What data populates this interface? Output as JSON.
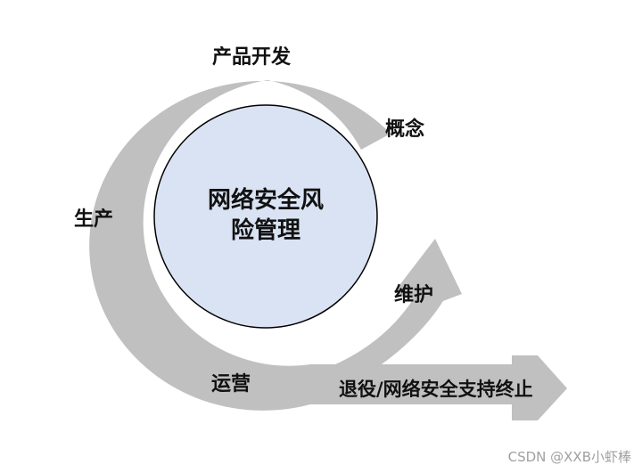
{
  "center": {
    "line1": "网络安全风",
    "line2": "险管理"
  },
  "stages": {
    "product_dev": "产品开发",
    "concept": "概念",
    "production": "生产",
    "maintenance": "维护",
    "operation": "运营",
    "retirement": "退役/网络安全支持终止"
  },
  "watermark": "CSDN @XXB小虾棒",
  "colors": {
    "arrow": "#c0c0c0",
    "center_fill": "#dae3f3",
    "center_stroke": "#000000",
    "text": "#111111"
  }
}
